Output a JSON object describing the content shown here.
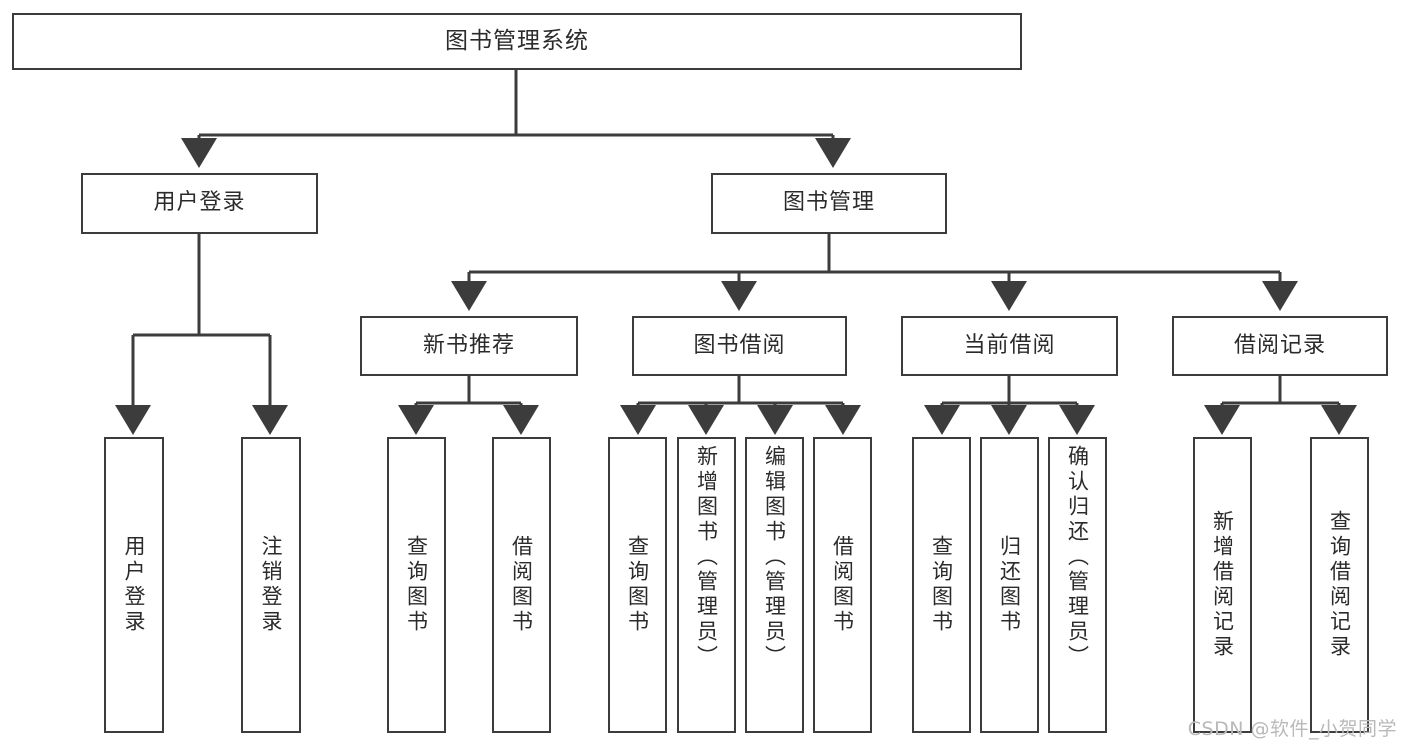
{
  "diagram": {
    "type": "tree",
    "title": "图书管理系统",
    "watermark": "CSDN @软件_小贺同学",
    "colors": {
      "stroke": "#3c3c3c",
      "fill": "#ffffff",
      "text": "#2b2b2b",
      "watermark": "#b9b9b9"
    },
    "levels": [
      {
        "level": 0,
        "nodes": [
          {
            "id": "root",
            "label": "图书管理系统",
            "orientation": "horizontal"
          }
        ]
      },
      {
        "level": 1,
        "nodes": [
          {
            "id": "user-login",
            "label": "用户登录",
            "orientation": "horizontal"
          },
          {
            "id": "book-manage",
            "label": "图书管理",
            "orientation": "horizontal"
          }
        ]
      },
      {
        "level": 2,
        "nodes": [
          {
            "id": "new-book-rec",
            "label": "新书推荐",
            "orientation": "horizontal"
          },
          {
            "id": "book-borrow",
            "label": "图书借阅",
            "orientation": "horizontal"
          },
          {
            "id": "current-borrow",
            "label": "当前借阅",
            "orientation": "horizontal"
          },
          {
            "id": "borrow-record",
            "label": "借阅记录",
            "orientation": "horizontal"
          }
        ]
      },
      {
        "level": 3,
        "nodes": [
          {
            "id": "leaf-user-login",
            "label": "用户登录",
            "orientation": "vertical",
            "parent": "user-login"
          },
          {
            "id": "leaf-user-logout",
            "label": "注销登录",
            "orientation": "vertical",
            "parent": "user-login"
          },
          {
            "id": "leaf-query-book-1",
            "label": "查询图书",
            "orientation": "vertical",
            "parent": "new-book-rec"
          },
          {
            "id": "leaf-borrow-book-1",
            "label": "借阅图书",
            "orientation": "vertical",
            "parent": "new-book-rec"
          },
          {
            "id": "leaf-query-book-2",
            "label": "查询图书",
            "orientation": "vertical",
            "parent": "book-borrow"
          },
          {
            "id": "leaf-add-book",
            "label": "新增图书（管理员）",
            "orientation": "vertical",
            "parent": "book-borrow"
          },
          {
            "id": "leaf-edit-book",
            "label": "编辑图书（管理员）",
            "orientation": "vertical",
            "parent": "book-borrow"
          },
          {
            "id": "leaf-borrow-book-2",
            "label": "借阅图书",
            "orientation": "vertical",
            "parent": "book-borrow"
          },
          {
            "id": "leaf-query-book-3",
            "label": "查询图书",
            "orientation": "vertical",
            "parent": "current-borrow"
          },
          {
            "id": "leaf-return-book",
            "label": "归还图书",
            "orientation": "vertical",
            "parent": "current-borrow"
          },
          {
            "id": "leaf-confirm-return",
            "label": "确认归还（管理员）",
            "orientation": "vertical",
            "parent": "current-borrow"
          },
          {
            "id": "leaf-add-record",
            "label": "新增借阅记录",
            "orientation": "vertical",
            "parent": "borrow-record"
          },
          {
            "id": "leaf-query-record",
            "label": "查询借阅记录",
            "orientation": "vertical",
            "parent": "borrow-record"
          }
        ]
      }
    ]
  }
}
